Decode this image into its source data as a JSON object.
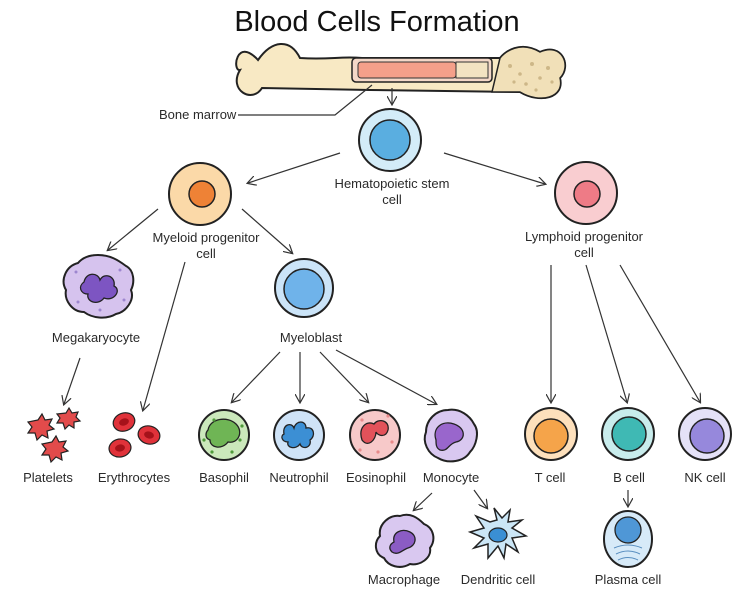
{
  "title": "Blood Cells Formation",
  "labels": {
    "bone_marrow": "Bone marrow",
    "hsc": "Hematopoietic stem\ncell",
    "myeloid": "Myeloid progenitor\ncell",
    "lymphoid": "Lymphoid progenitor\ncell",
    "megakaryocyte": "Megakaryocyte",
    "myeloblast": "Myeloblast",
    "platelets": "Platelets",
    "erythrocytes": "Erythrocytes",
    "basophil": "Basophil",
    "neutrophil": "Neutrophil",
    "eosinophil": "Eosinophil",
    "monocyte": "Monocyte",
    "tcell": "T cell",
    "bcell": "B cell",
    "nkcell": "NK cell",
    "macrophage": "Macrophage",
    "dendritic": "Dendritic cell",
    "plasma": "Plasma cell"
  },
  "colors": {
    "hsc": "#7cc4e8",
    "myeloid": "#f7b56a",
    "lymphoid": "#f3a6ad",
    "megakaryocyte": "#cbb4ea",
    "myeloblast": "#8ec5f0",
    "erythrocyte": "#e0323a",
    "basophil": "#a8d894",
    "neutrophil": "#a9cdef",
    "eosinophil": "#f2a3a3",
    "monocyte": "#c7b0ea",
    "tcell": "#f7bd7a",
    "bcell": "#86d6d2",
    "nkcell": "#c9c3ef",
    "macrophage": "#c7b0ea",
    "dendritic": "#b8dcf2",
    "plasma": "#a8d2f2",
    "bone": "#f8e9c4",
    "marrow": "#f4a08a"
  },
  "icons": [
    "bone-icon",
    "stem-cell-icon",
    "platelet-icon",
    "red-blood-cell-icon"
  ]
}
